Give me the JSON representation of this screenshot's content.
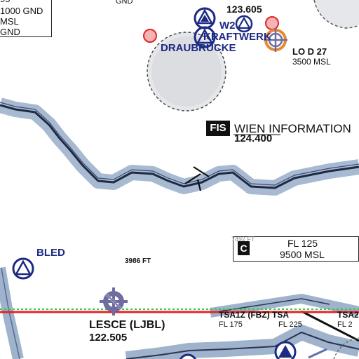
{
  "colors": {
    "airspace_navy": "#1c2a84",
    "border_blue": "#9fb3cc",
    "border_line": "#1e2a40",
    "danger_red": "#e0242a",
    "restricted_fill": "#f6b3b3",
    "gliding_green": "#2ecc40",
    "airport_purple": "#6f6ca0",
    "reporting_orange": "#e8892e"
  },
  "top_left_box": {
    "line1": "95",
    "line2": "1000 GND",
    "line3": "MSL",
    "line4": "GND"
  },
  "top_text": {
    "gnd": "GND",
    "freq": "123.605"
  },
  "labels": {
    "w2": "W2",
    "kraftwerk": "KRAFTWERK",
    "draubrucke": "DRAUBRÜCKE",
    "lo_d27": "LO D 27",
    "lo_d27_alt": "3500 MSL",
    "bled": "BLED",
    "elevation": "3986 FT",
    "lesce": "LESCE (LJBL)",
    "lesce_freq": "122.505",
    "tsa1z": "TSA1Z (FBZ) TSA",
    "tsa1z_fl": "FL 175",
    "tsa_fl": "FL 225",
    "tsa2": "TSA2",
    "tsa2_fl": "FL 2"
  },
  "fis": {
    "badge": "FIS",
    "name": "WIEN INFORMATION",
    "freq": "124.400"
  },
  "airspace_c": {
    "class": "C",
    "upper": "FL 125",
    "lower": "9500 MSL",
    "faint": "7492 FT"
  },
  "icons": [
    "airfield-triangle-icon",
    "danger-area-icon",
    "reporting-point-icon",
    "airport-icon",
    "mountain-pass-icon"
  ]
}
